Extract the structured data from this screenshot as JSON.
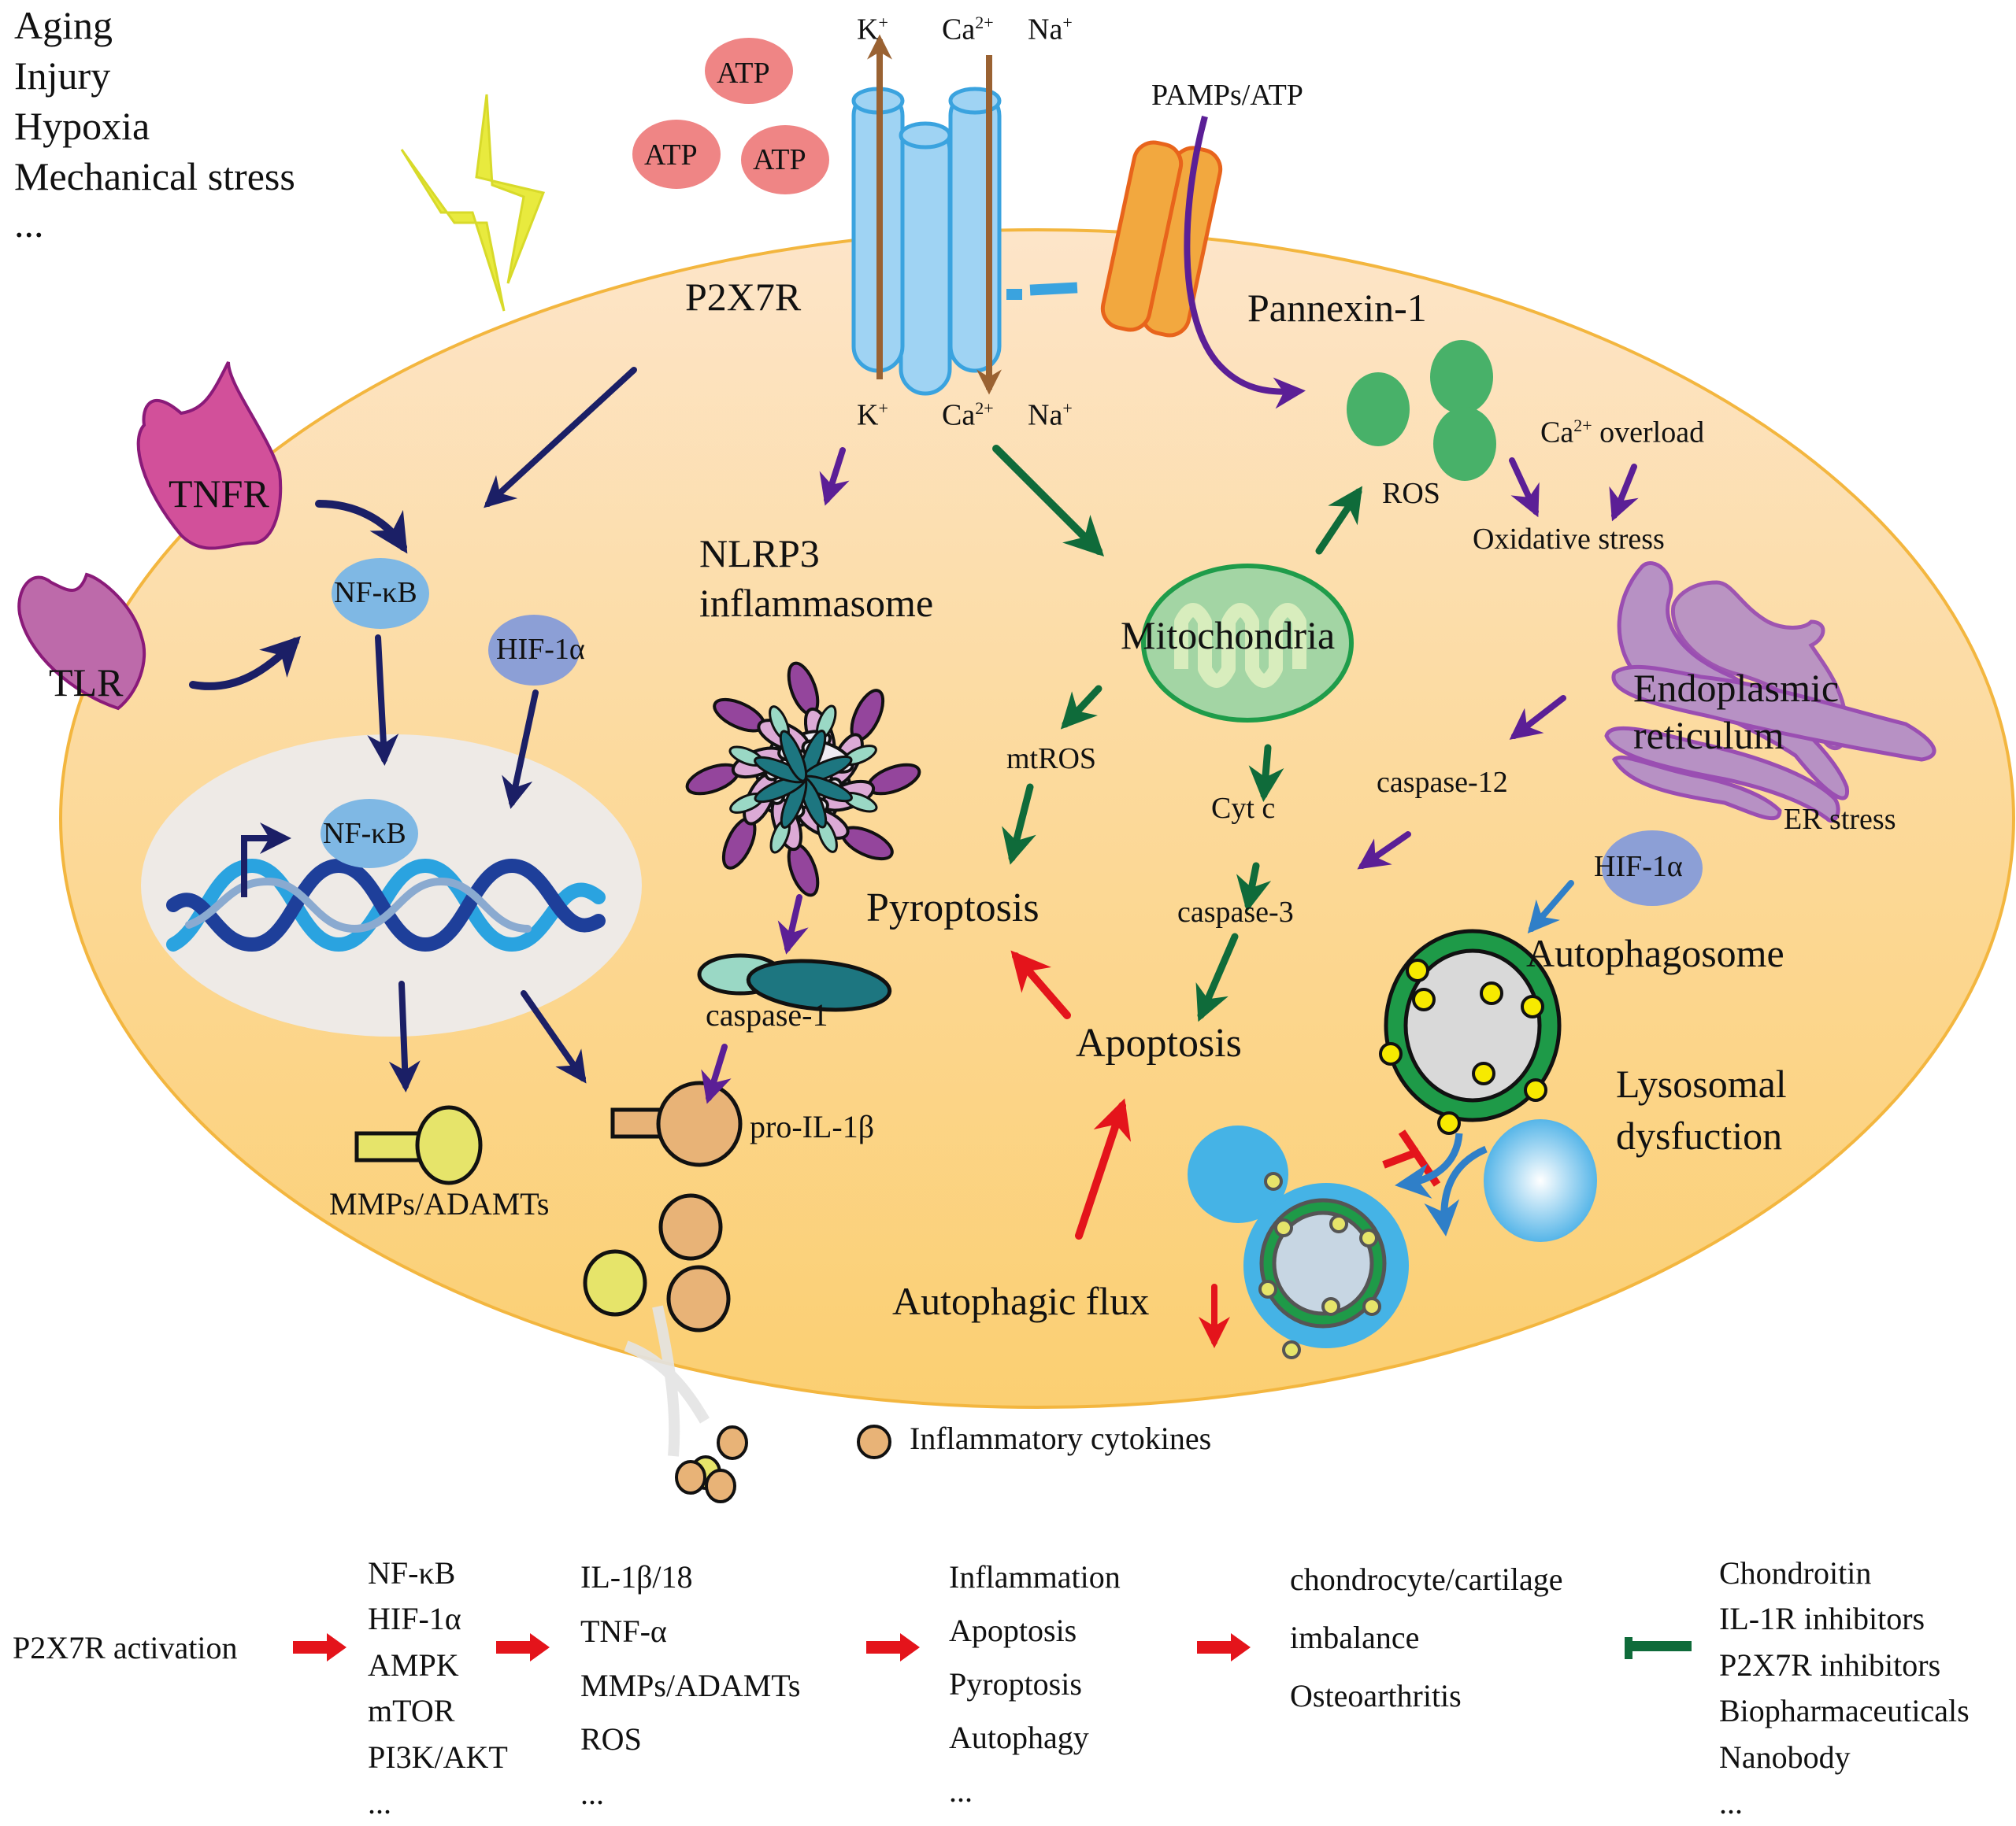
{
  "stimuli": {
    "items": [
      "Aging",
      "Injury",
      "Hypoxia",
      "Mechanical stress",
      "..."
    ]
  },
  "extracellular": {
    "atp_labels": [
      "ATP",
      "ATP",
      "ATP"
    ],
    "ions_top": {
      "k": "K",
      "k_sup": "+",
      "ca": "Ca",
      "ca_sup": "2+",
      "na": "Na",
      "na_sup": "+"
    },
    "pamps": "PAMPs/ATP",
    "cytokines_label": "Inflammatory cytokines"
  },
  "membrane": {
    "p2x7r": "P2X7R",
    "pannexin": "Pannexin-1",
    "tnfr": "TNFR",
    "tlr": "TLR"
  },
  "intracellular": {
    "ions_bottom": {
      "k": "K",
      "k_sup": "+",
      "ca": "Ca",
      "ca_sup": "2+",
      "na": "Na",
      "na_sup": "+"
    },
    "nfkb_cyto": "NF-κB",
    "hif_cyto": "HIF-1α",
    "nfkb_nucleus": "NF-κB",
    "mmps": "MMPs/ADAMTs",
    "nlrp3_line1": "NLRP3",
    "nlrp3_line2": "inflammasome",
    "caspase1": "caspase-1",
    "pro_il1b": "pro-IL-1β",
    "mitochondria": "Mitochondria",
    "mtros": "mtROS",
    "cytc": "Cyt c",
    "caspase3": "caspase-3",
    "pyroptosis": "Pyroptosis",
    "apoptosis": "Apoptosis",
    "ros": "ROS",
    "ca_overload": "Ca",
    "ca_overload_sup": "2+",
    "ca_overload_rest": " overload",
    "oxidative_stress": "Oxidative stress",
    "er_line1": "Endoplasmic",
    "er_line2": "reticulum",
    "er_stress": "ER stress",
    "caspase12": "caspase-12",
    "hif_auto": "HIF-1α",
    "autophagosome": "Autophagosome",
    "lysosomal_line1": "Lysosomal",
    "lysosomal_line2": "dysfuction",
    "autophagic_flux": "Autophagic flux"
  },
  "flow": {
    "start": "P2X7R activation",
    "signaling": [
      "NF-κB",
      "HIF-1α",
      "AMPK",
      "mTOR",
      "PI3K/AKT",
      "..."
    ],
    "mediators": [
      "IL-1β/18",
      "TNF-α",
      "MMPs/ADAMTs",
      "ROS",
      "..."
    ],
    "processes": [
      "Inflammation",
      "Apoptosis",
      "Pyroptosis",
      "Autophagy",
      "..."
    ],
    "outcome": [
      "chondrocyte/cartilage",
      "imbalance",
      "Osteoarthritis"
    ],
    "inhibitors": [
      "Chondroitin",
      "IL-1R inhibitors",
      "P2X7R inhibitors",
      "Biopharmaceuticals",
      "Nanobody",
      "..."
    ]
  },
  "colors": {
    "cell_fill_top": "#fde3c4",
    "cell_fill_bottom": "#fbd07a",
    "cell_border": "#f3b63f",
    "navy_arrow": "#1b1f66",
    "purple_arrow": "#5b1f96",
    "green_arrow": "#0f6b3a",
    "red_arrow": "#e4141b",
    "blue_arrow": "#2f7fc8",
    "brown_arrow": "#9a6232",
    "p2x7r_fill": "#9fd3f3",
    "p2x7r_stroke": "#3aa3df",
    "pannexin_fill": "#f2a83f",
    "pannexin_stroke": "#e8641b",
    "atp_fill": "#ef8585",
    "nfkb_fill": "#7fb8e4",
    "hif_fill": "#8c9fd6",
    "tnfr_fill": "#d2509a",
    "tlr_fill": "#bd6aaa",
    "ros_fill": "#48b169",
    "mito_fill": "#a3d5a4",
    "er_fill": "#b791c4",
    "inhibit_bar": "#0f6b3a"
  }
}
